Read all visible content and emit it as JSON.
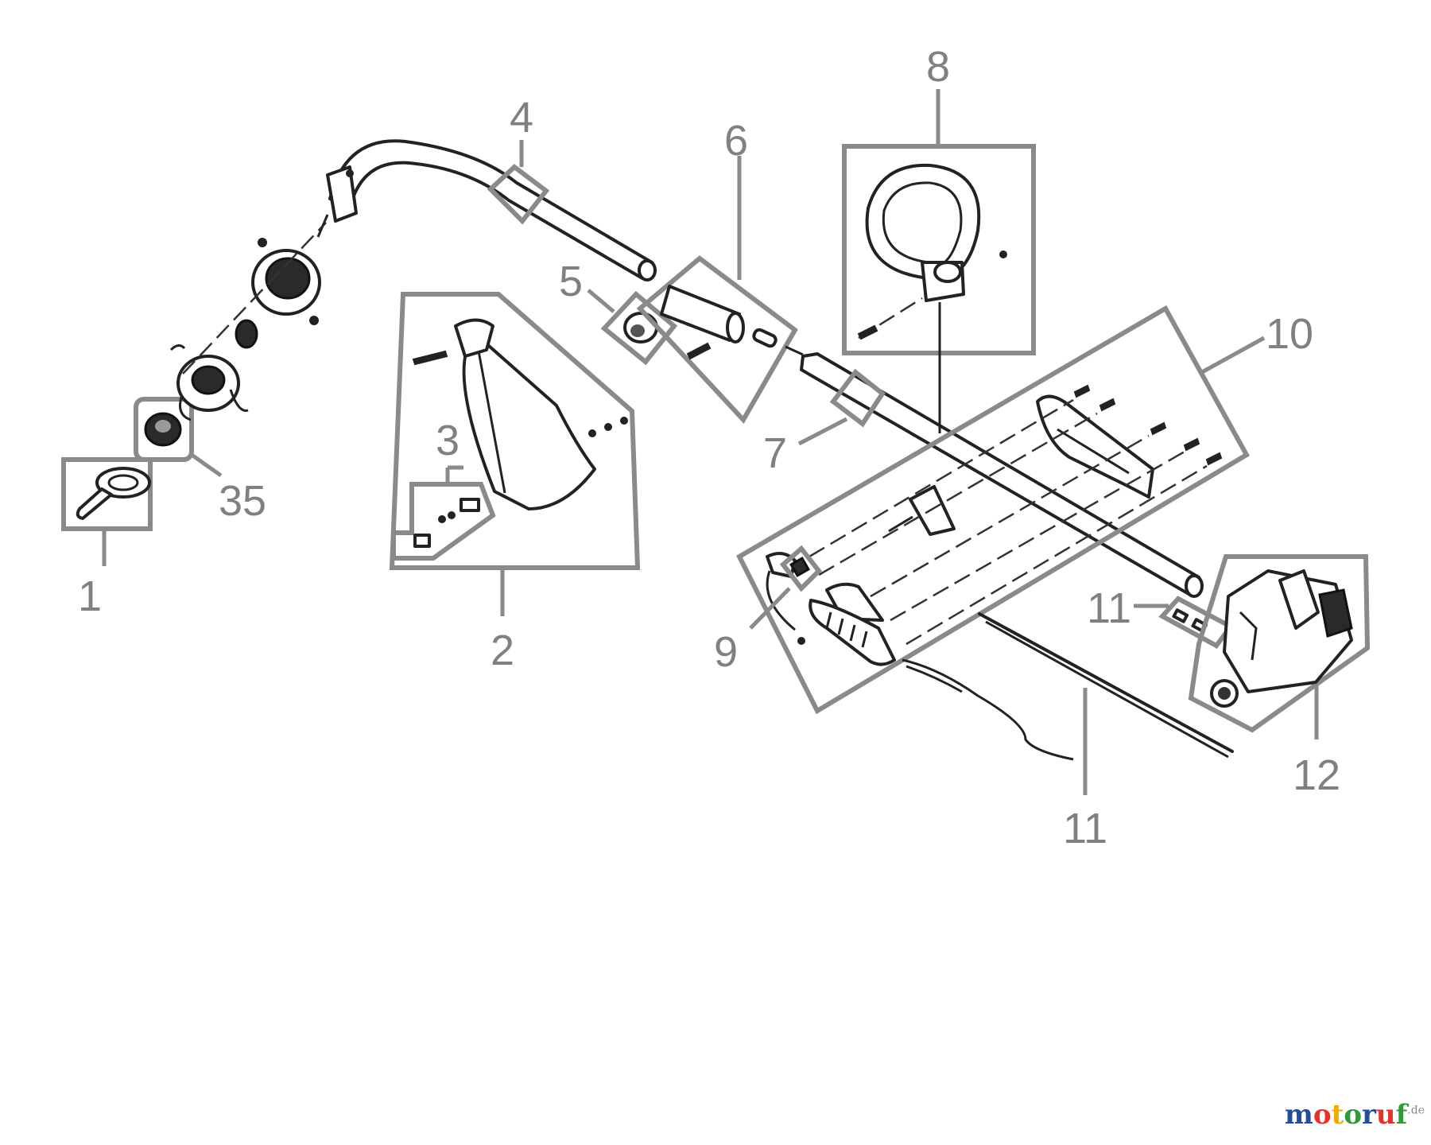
{
  "diagram": {
    "callouts": {
      "c1": "1",
      "c2": "2",
      "c3": "3",
      "c4": "4",
      "c5": "5",
      "c6": "6",
      "c7": "7",
      "c8": "8",
      "c9": "9",
      "c10": "10",
      "c11a": "11",
      "c11b": "11",
      "c12": "12",
      "c35": "35"
    }
  },
  "watermark": {
    "text": "motoruf",
    "suffix": ".de",
    "colors": [
      "#1f4e9c",
      "#e5332a",
      "#f2a900",
      "#2e9a3c",
      "#1f4e9c",
      "#e5332a",
      "#2e9a3c"
    ]
  },
  "colors": {
    "callout": "#808080",
    "box": "#8a8a8a",
    "line_art": "#222222"
  }
}
